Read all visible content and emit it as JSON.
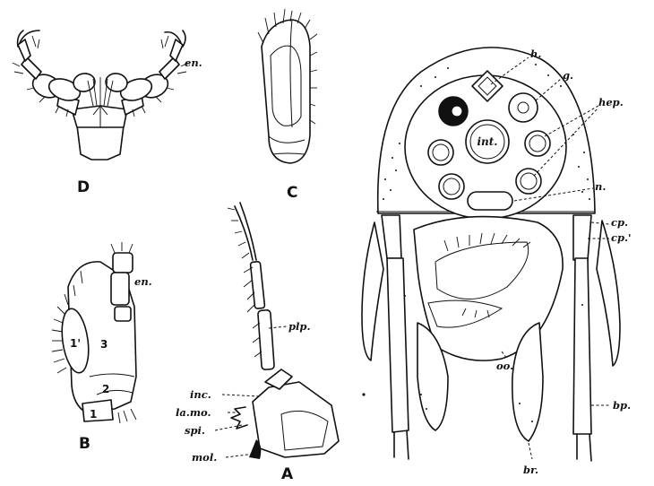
{
  "figure": {
    "panels": {
      "A": "A",
      "B": "B",
      "C": "C",
      "D": "D"
    },
    "labels_A": {
      "plp": "plp.",
      "inc": "inc.",
      "lamo": "la.mo.",
      "spi": "spi.",
      "mol": "mol."
    },
    "labels_B": {
      "en": "en.",
      "n1p": "1'",
      "n3": "3",
      "n2": "2",
      "n1": "1"
    },
    "labels_D": {
      "en": "en."
    },
    "labels_main": {
      "h": "h.",
      "g": "g.",
      "hep": "hep.",
      "int": "int.",
      "n": "n.",
      "cp": "cp.",
      "cp2": "cp.'",
      "oo": "oo.",
      "bp": "bp.",
      "br": "br."
    }
  }
}
